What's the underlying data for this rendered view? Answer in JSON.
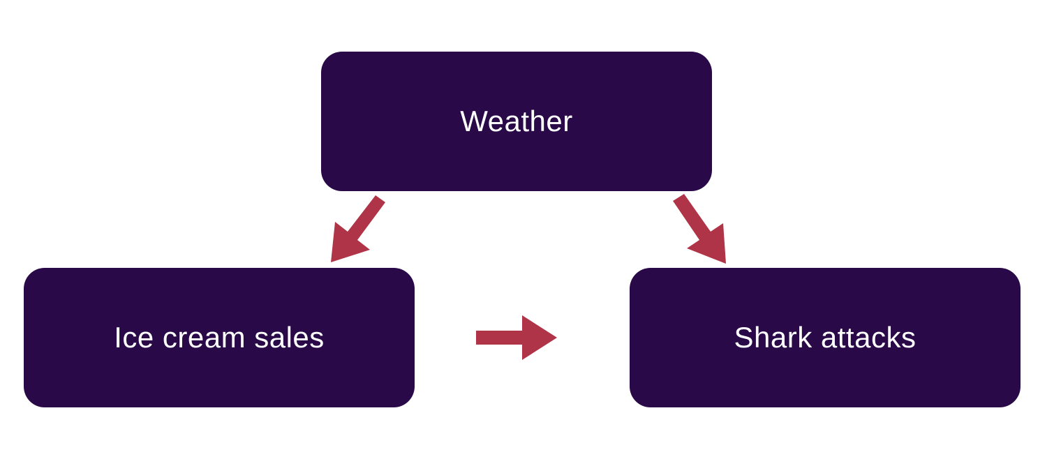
{
  "colors": {
    "node_fill": "#290948",
    "node_text": "#ffffff",
    "arrow": "#b03447",
    "background": "#ffffff"
  },
  "nodes": {
    "weather": {
      "label": "Weather"
    },
    "ice_cream": {
      "label": "Ice cream sales"
    },
    "shark": {
      "label": "Shark attacks"
    }
  },
  "edges": [
    {
      "from": "Weather",
      "to": "Ice cream sales"
    },
    {
      "from": "Weather",
      "to": "Shark attacks"
    },
    {
      "from": "Ice cream sales",
      "to": "Shark attacks"
    }
  ]
}
